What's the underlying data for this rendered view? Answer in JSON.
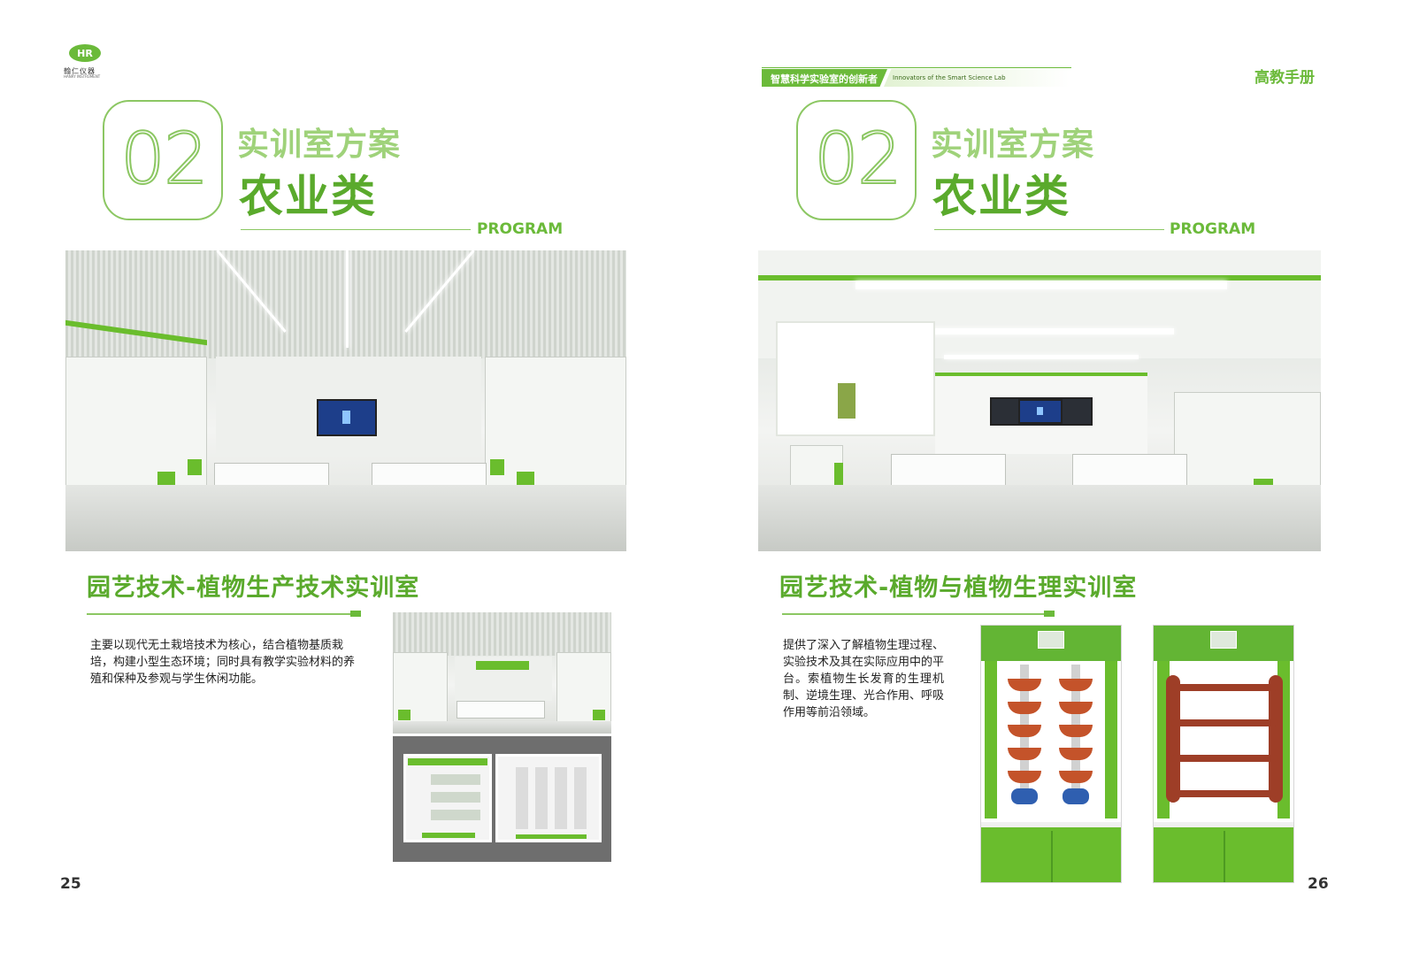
{
  "brand": {
    "logo_icon": "hr-leaf-logo",
    "name": "翰仁仪器",
    "name_en": "HANRY INSTRUMENT"
  },
  "header": {
    "slogan_cn": "智慧科学实验室的创新者",
    "slogan_en": "Innovators of the Smart Science Lab",
    "handbook": "高教手册"
  },
  "colors": {
    "accent": "#6bba3a",
    "accent_light": "#9fd27a",
    "accent_dark": "#5aaa2c"
  },
  "left_page": {
    "section_number": "02",
    "title_line1": "实训室方案",
    "title_line2": "农业类",
    "program": "PROGRAM",
    "subtitle": "园艺技术-植物生产技术实训室",
    "description": "主要以现代无土栽培技术为核心，结合植物基质栽培，构建小型生态环境；同时具有教学实验材料的养殖和保种及参观与学生休闲功能。",
    "page_number": "25"
  },
  "right_page": {
    "section_number": "02",
    "title_line1": "实训室方案",
    "title_line2": "农业类",
    "program": "PROGRAM",
    "subtitle": "园艺技术-植物与植物生理实训室",
    "description": "提供了深入了解植物生理过程、实验技术及其在实际应用中的平台。索植物生长发育的生理机制、逆境生理、光合作用、呼吸作用等前沿领域。",
    "page_number": "26"
  }
}
